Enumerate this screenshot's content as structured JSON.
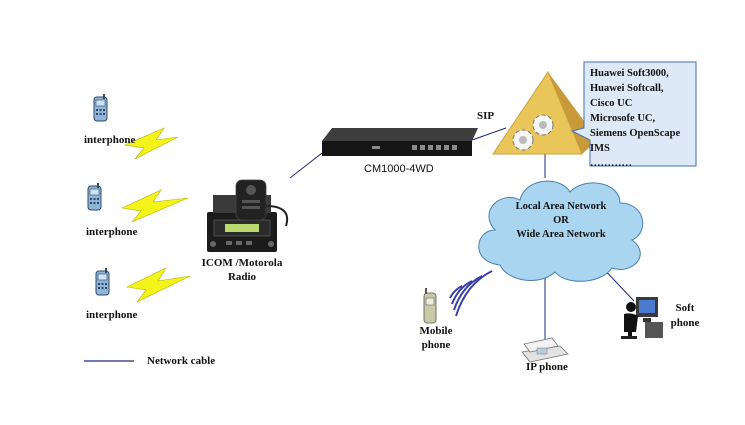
{
  "labels": {
    "interphone_1": "interphone",
    "interphone_2": "interphone",
    "interphone_3": "interphone",
    "radio": "ICOM /Motorola\nRadio",
    "radio_line1": "ICOM /Motorola",
    "radio_line2": "Radio",
    "device": "CM1000-4WD",
    "sip": "SIP",
    "mobile_line1": "Mobile",
    "mobile_line2": "phone",
    "ip_phone": "IP phone",
    "soft_line1": "Soft",
    "soft_line2": "phone",
    "legend": "Network cable"
  },
  "callout_lines": [
    "Huawei Soft3000,",
    "Huawei Softcall,",
    "Cisco UC",
    "Microsofe UC,",
    "Siemens OpenScape",
    "IMS",
    "…………"
  ],
  "cloud_lines": [
    "Local Area Network",
    "OR",
    "Wide Area Network"
  ],
  "colors": {
    "cable": "#1f2a7a",
    "bolt": "#f4f31a",
    "cloud": "#a9d5f0",
    "pyramid": "#e9c55a",
    "callout_bg": "#dde9f7",
    "callout_border": "#4a6fa5",
    "waves": "#3b3fa6"
  },
  "icons": [
    "phone-icon",
    "lightning-icon",
    "radio-icon",
    "rack-device-icon",
    "gear-icon",
    "cloud-icon",
    "mobile-phone-icon",
    "ip-phone-icon",
    "computer-user-icon"
  ]
}
